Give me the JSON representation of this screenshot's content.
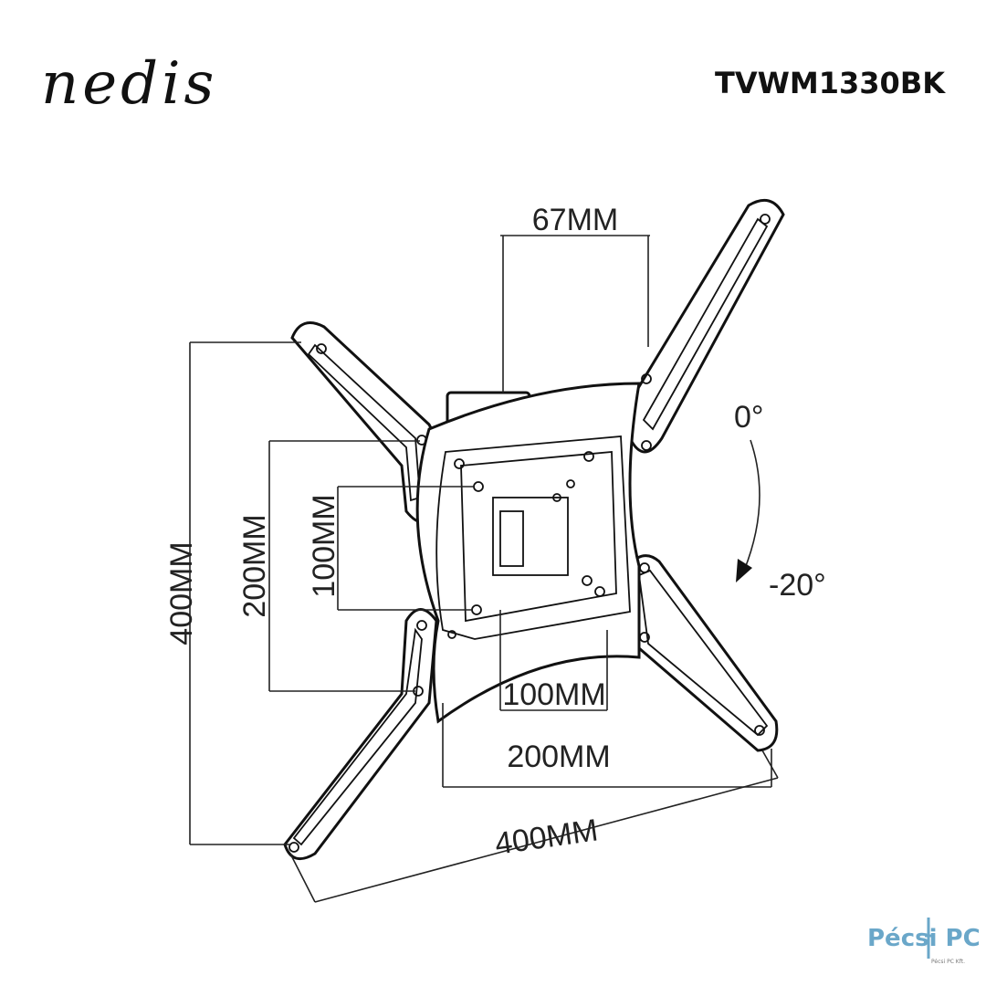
{
  "brand": "nedis",
  "model": "TVWM1330BK",
  "dimensions": {
    "wall_offset": "67MM",
    "vertical_max": "400MM",
    "vertical_mid": "200MM",
    "vertical_min": "100MM",
    "horizontal_min": "100MM",
    "horizontal_mid": "200MM",
    "horizontal_max": "400MM"
  },
  "tilt": {
    "start": "0°",
    "end": "-20°"
  },
  "watermark": {
    "name": "Pécsi PC",
    "company": "Pécsi PC Kft."
  }
}
